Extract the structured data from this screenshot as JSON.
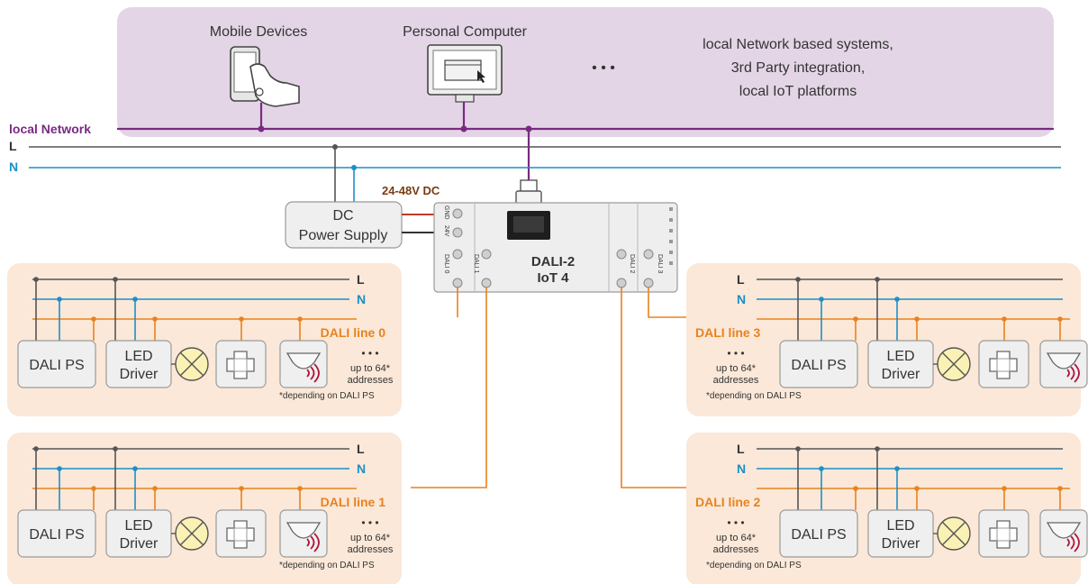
{
  "network": {
    "label": "local Network",
    "mobile_label": "Mobile Devices",
    "pc_label": "Personal Computer",
    "ellipsis": "• • •",
    "systems_line1": "local Network based systems,",
    "systems_line2": "3rd Party integration,",
    "systems_line3": "local IoT platforms"
  },
  "mains": {
    "l": "L",
    "n": "N"
  },
  "power": {
    "voltage": "24-48V DC",
    "line1": "DC",
    "line2": "Power Supply"
  },
  "gateway": {
    "line1": "DALI-2",
    "line2": "IoT 4",
    "term_gnd": "GND",
    "term_24v": "24V",
    "term_d0": "DALI 0",
    "term_d1": "DALI 1",
    "term_d2": "DALI 2",
    "term_d3": "DALI 3"
  },
  "panels": [
    {
      "id": "line0",
      "title": "DALI line 0"
    },
    {
      "id": "line1",
      "title": "DALI line 1"
    },
    {
      "id": "line3",
      "title": "DALI line 3"
    },
    {
      "id": "line2",
      "title": "DALI line 2"
    }
  ],
  "devices": {
    "dali_ps": "DALI PS",
    "led_line1": "LED",
    "led_line2": "Driver",
    "dots": "• • •",
    "upto_line1": "up to 64*",
    "upto_line2": "addresses",
    "footnote": "*depending on DALI PS"
  },
  "colors": {
    "network_bg": "#e3d5e6",
    "panel_bg": "#fbe8d8",
    "live": "#555555",
    "neutral": "#1b8fc8",
    "dali": "#e8821e",
    "network": "#7a2a82"
  }
}
